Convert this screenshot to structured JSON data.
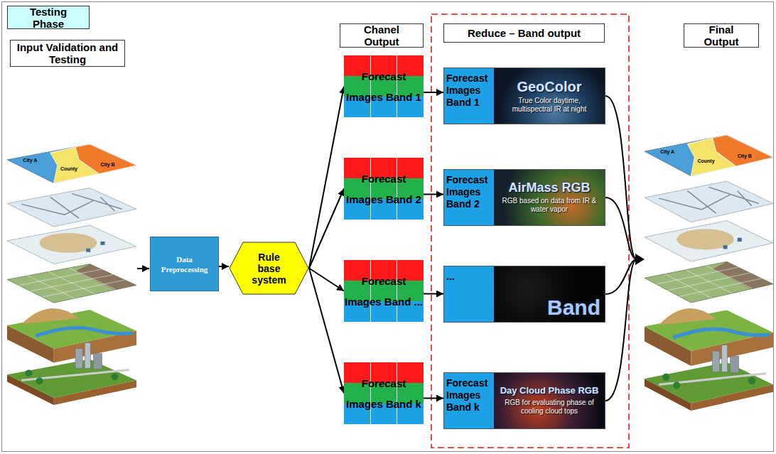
{
  "diagram": {
    "nodes": [
      {
        "text": [
          "Testing Phase"
        ]
      },
      {
        "text": [
          "Input Validation and Testing"
        ]
      },
      {
        "text": [
          "Data Preprocessing"
        ]
      },
      {
        "text": [
          "Rule base system"
        ]
      },
      {
        "text": [
          "Chanel Output"
        ]
      },
      {
        "text": [
          "Reduce – Band output"
        ]
      },
      {
        "text": [
          "Final Output"
        ]
      },
      {
        "text": [
          "Forecast Images Band 1"
        ]
      },
      {
        "text": [
          "Forecast Images Band 2"
        ]
      },
      {
        "text": [
          "Forecast Images Band ..."
        ]
      },
      {
        "text": [
          "Forecast Images Band k"
        ]
      },
      {
        "text": [
          "Forecast Images Band 1",
          "GeoColor",
          "True Color daytime, multispectral IR at night"
        ]
      },
      {
        "text": [
          "Forecast Images Band 2",
          "AirMass RGB",
          "RGB based on data from IR & water vapor"
        ]
      },
      {
        "text": [
          "...",
          "Band"
        ]
      },
      {
        "text": [
          "Forecast Images Band k",
          "Day Cloud Phase RGB",
          "RGB for evaluating phase of cooling cloud tops"
        ]
      }
    ],
    "edges": [
      {
        "from": 2,
        "to": 3,
        "arrow": "to"
      },
      {
        "from": 3,
        "to": 7,
        "arrow": "to"
      },
      {
        "from": 3,
        "to": 8,
        "arrow": "to"
      },
      {
        "from": 3,
        "to": 9,
        "arrow": "to"
      },
      {
        "from": 3,
        "to": 10,
        "arrow": "to"
      },
      {
        "from": 7,
        "to": 11,
        "arrow": "to"
      },
      {
        "from": 8,
        "to": 12,
        "arrow": "to"
      },
      {
        "from": 9,
        "to": 13,
        "arrow": "to"
      },
      {
        "from": 10,
        "to": 14,
        "arrow": "to"
      }
    ],
    "labels": [
      "City A",
      "City B",
      "County",
      "City A",
      "City B",
      "County"
    ]
  }
}
